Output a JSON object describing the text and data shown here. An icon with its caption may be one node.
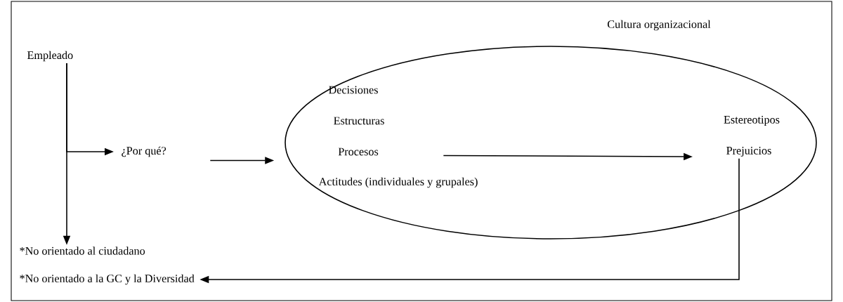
{
  "diagram": {
    "nodes": [
      {
        "text": [
          "Empleado"
        ]
      },
      {
        "text": [
          "¿Por qué?"
        ]
      },
      {
        "text": [
          "Cultura organizacional",
          "Decisiones",
          "Estructuras",
          "Actitudes (individuales y grupales)",
          "Estereotipos"
        ]
      },
      {
        "text": [
          "Procesos"
        ],
        "in": 2
      },
      {
        "text": [
          "Prejuicios"
        ],
        "in": 2
      },
      {
        "text": [
          "*No orientado al ciudadano"
        ]
      },
      {
        "text": [
          "*No orientado a la GC y la Diversidad"
        ]
      }
    ],
    "edges": [
      {
        "from": 0,
        "to": 5,
        "arrow": "to"
      },
      {
        "from": 0,
        "to": 1,
        "arrow": "to"
      },
      {
        "from": 1,
        "to": 2,
        "arrow": "to"
      },
      {
        "from": 3,
        "to": 4,
        "arrow": "to"
      },
      {
        "from": 4,
        "to": 6,
        "arrow": "to"
      }
    ]
  }
}
